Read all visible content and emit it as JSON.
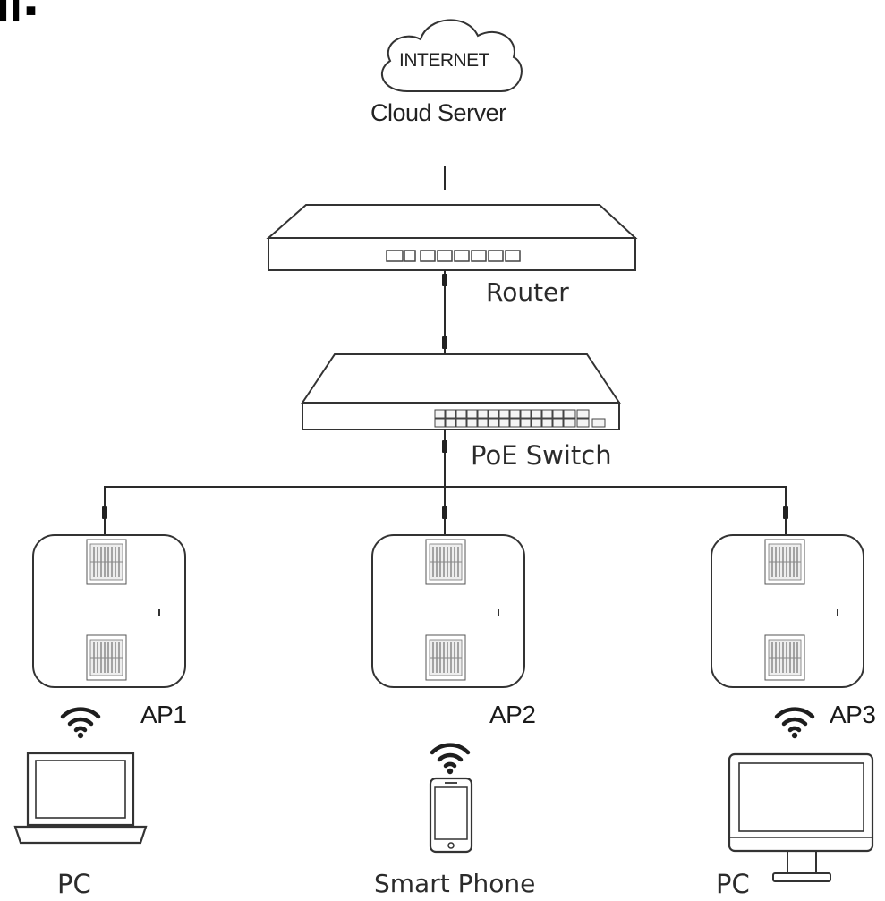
{
  "diagram": {
    "corner_marks": "▌▌■",
    "cloud": {
      "text": "INTERNET",
      "label": "Cloud Server"
    },
    "router": {
      "label": "Router"
    },
    "switch": {
      "label": "PoE Switch"
    },
    "access_points": [
      {
        "label": "AP1"
      },
      {
        "label": "AP2"
      },
      {
        "label": "AP3"
      }
    ],
    "clients": [
      {
        "label": "PC",
        "device": "laptop-icon"
      },
      {
        "label": "Smart Phone",
        "device": "smartphone-icon"
      },
      {
        "label": "PC",
        "device": "desktop-monitor-icon"
      }
    ],
    "colors": {
      "line": "#2a2a2a",
      "text": "#222222",
      "background": "#ffffff"
    }
  }
}
